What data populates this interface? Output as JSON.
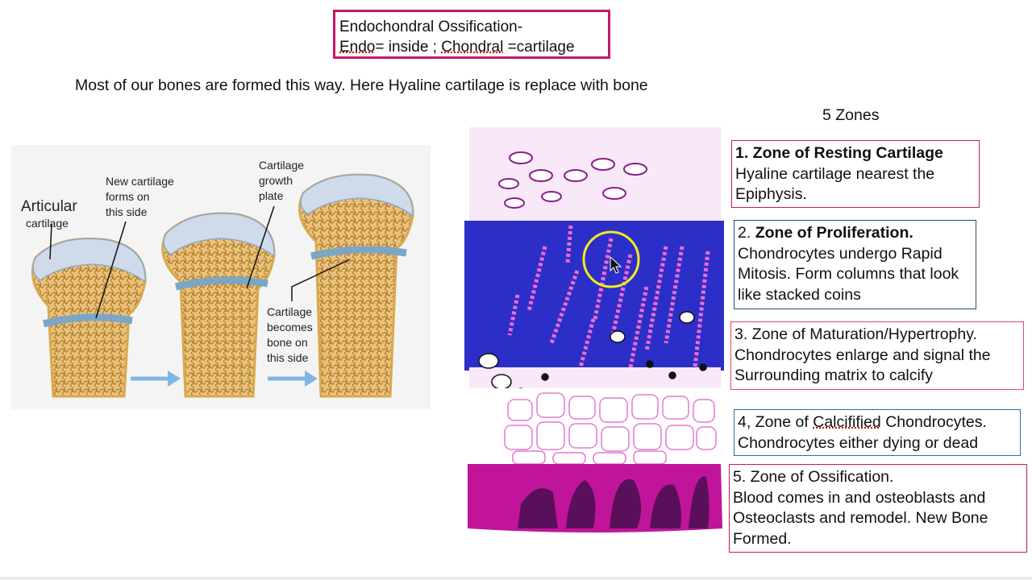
{
  "title": {
    "line1": "Endochondral Ossification-",
    "line2_part1": "Endo",
    "line2_part2": "= inside ; ",
    "line2_part3": "Chondral",
    "line2_part4": " =cartilage"
  },
  "intro": "Most of our bones are formed this way. Here Hyaline cartilage is replace with bone",
  "zones_heading": "5 Zones",
  "zones": [
    {
      "title": "1.   Zone of Resting Cartilage",
      "body": "Hyaline cartilage nearest the Epiphysis.",
      "border": "#c2185b"
    },
    {
      "title_prefix": "2. ",
      "title": "Zone of Proliferation.",
      "body": "Chondrocytes undergo Rapid Mitosis. Form columns that look like stacked coins",
      "border": "#1f4e79"
    },
    {
      "title": "3. Zone of Maturation/Hypertrophy.",
      "body": "Chondrocytes enlarge and signal the Surrounding matrix to calcify",
      "border": "#e0457b"
    },
    {
      "title_prefix": "4, Zone of ",
      "title_word": "Calcifified",
      "title_suffix": " Chondrocytes.",
      "body": "Chondrocytes either dying or dead",
      "border": "#2a6fa8"
    },
    {
      "title": "5. Zone of Ossification.",
      "body": "Blood comes in and osteoblasts and Osteoclasts and remodel. New Bone Formed.",
      "border": "#c2185b"
    }
  ],
  "bone_labels": {
    "articular": "Articular",
    "cartilage": "cartilage",
    "new_cartilage": [
      "New cartilage",
      "forms on",
      "this side"
    ],
    "growth_plate": [
      "Cartilage",
      "growth",
      "plate"
    ],
    "becomes_bone": [
      "Cartilage",
      "becomes",
      "bone on",
      "this side"
    ]
  },
  "colors": {
    "accent": "#c2186b",
    "proliferation_blue": "#2b2fc7",
    "ossification_magenta": "#c0159a",
    "resting_pink": "#f8e8f8"
  }
}
